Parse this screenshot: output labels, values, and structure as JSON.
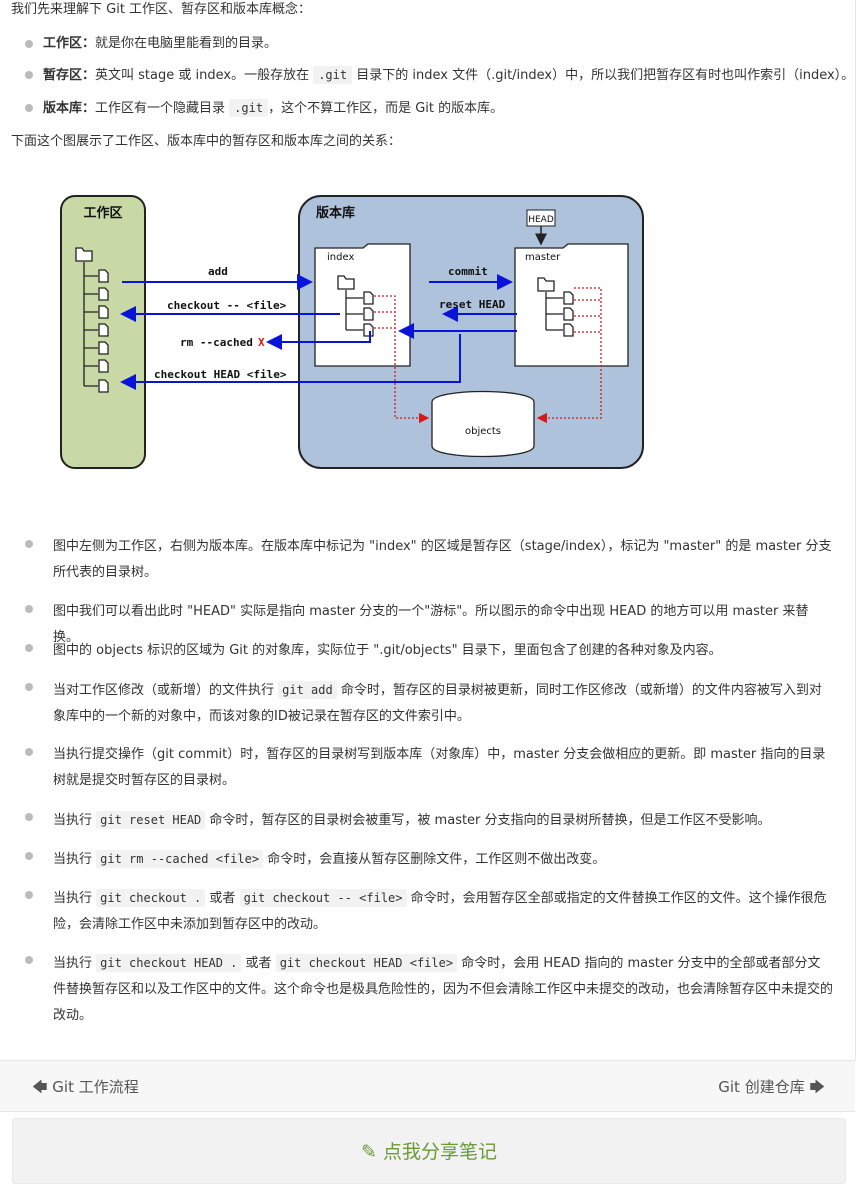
{
  "intro": "我们先来理解下 Git 工作区、暂存区和版本库概念：",
  "concepts": [
    {
      "term": "工作区：",
      "pre": "就是你在电脑里能看到的目录。",
      "code": "",
      "post": ""
    },
    {
      "term": "暂存区：",
      "pre": "英文叫 stage 或 index。一般存放在 ",
      "code": ".git",
      "post": " 目录下的 index 文件（.git/index）中，所以我们把暂存区有时也叫作索引（index）。"
    },
    {
      "term": "版本库：",
      "pre": "工作区有一个隐藏目录 ",
      "code": ".git",
      "post": "，这个不算工作区，而是 Git 的版本库。"
    }
  ],
  "diagram_intro": "下面这个图展示了工作区、版本库中的暂存区和版本库之间的关系：",
  "diagram": {
    "workspace_label": "工作区",
    "repo_label": "版本库",
    "head_label": "HEAD",
    "index_label": "index",
    "master_label": "master",
    "objects_label": "objects",
    "cmd_add": "add",
    "cmd_checkout_file": "checkout -- <file>",
    "cmd_rm_cached": "rm --cached",
    "cmd_rm_mark": "X",
    "cmd_checkout_head": "checkout HEAD <file>",
    "cmd_commit": "commit",
    "cmd_reset_head": "reset HEAD",
    "colors": {
      "workspace_fill": "#c8d9a6",
      "repo_fill": "#aec2dc",
      "arrow_blue": "#0a14d8",
      "arrow_red": "#d81818"
    }
  },
  "notes": [
    {
      "pre": "图中左侧为工作区，右侧为版本库。在版本库中标记为 \"index\" 的区域是暂存区（stage/index），标记为 \"master\" 的是 master 分支所代表的目录树。"
    },
    {
      "pre": "图中我们可以看出此时 \"HEAD\" 实际是指向 master 分支的一个\"游标\"。所以图示的命令中出现 HEAD 的地方可以用 master 来替换。"
    },
    {
      "pre": "图中的 objects 标识的区域为 Git 的对象库，实际位于 \".git/objects\" 目录下，里面包含了创建的各种对象及内容。"
    },
    {
      "pre": "当对工作区修改（或新增）的文件执行 ",
      "code1": "git add",
      "mid": " 命令时，暂存区的目录树被更新，同时工作区修改（或新增）的文件内容被写入到对象库中的一个新的对象中，而该对象的ID被记录在暂存区的文件索引中。"
    },
    {
      "pre": "当执行提交操作（git commit）时，暂存区的目录树写到版本库（对象库）中，master 分支会做相应的更新。即 master 指向的目录树就是提交时暂存区的目录树。"
    },
    {
      "pre": "当执行 ",
      "code1": "git reset HEAD",
      "mid": " 命令时，暂存区的目录树会被重写，被 master 分支指向的目录树所替换，但是工作区不受影响。"
    },
    {
      "pre": "当执行 ",
      "code1": "git rm --cached <file>",
      "mid": " 命令时，会直接从暂存区删除文件，工作区则不做出改变。"
    },
    {
      "pre": "当执行 ",
      "code1": "git checkout .",
      "mid": " 或者 ",
      "code2": "git checkout -- <file>",
      "post": " 命令时，会用暂存区全部或指定的文件替换工作区的文件。这个操作很危险，会清除工作区中未添加到暂存区中的改动。"
    },
    {
      "pre": "当执行 ",
      "code1": "git checkout HEAD .",
      "mid": " 或者 ",
      "code2": "git checkout HEAD <file>",
      "post": " 命令时，会用 HEAD 指向的 master 分支中的全部或者部分文件替换暂存区和以及工作区中的文件。这个命令也是极具危险性的，因为不但会清除工作区中未提交的改动，也会清除暂存区中未提交的改动。"
    }
  ],
  "nav": {
    "prev_icon": "arrow-left-icon",
    "prev_label": "Git 工作流程",
    "next_label": "Git 创建仓库",
    "next_icon": "arrow-right-icon"
  },
  "share": {
    "icon": "edit-icon",
    "label": "点我分享笔记"
  }
}
